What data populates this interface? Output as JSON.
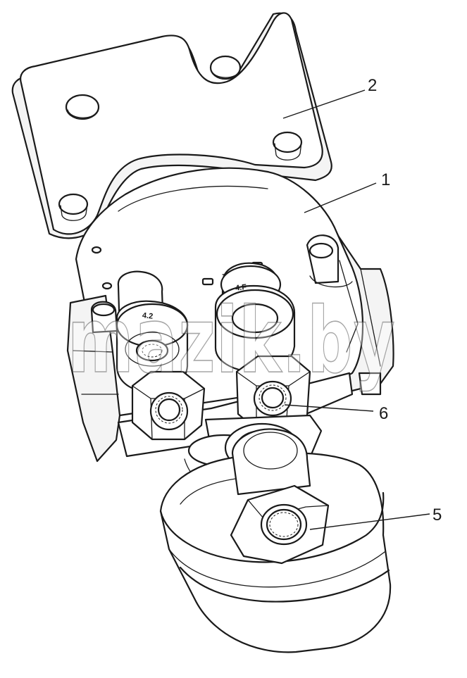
{
  "callouts": {
    "c1": "1",
    "c2": "2",
    "c5": "5",
    "c6": "6"
  },
  "stamps": {
    "left_nut": "4.2",
    "right_nut": "4.F"
  },
  "watermark": "mazik.by"
}
